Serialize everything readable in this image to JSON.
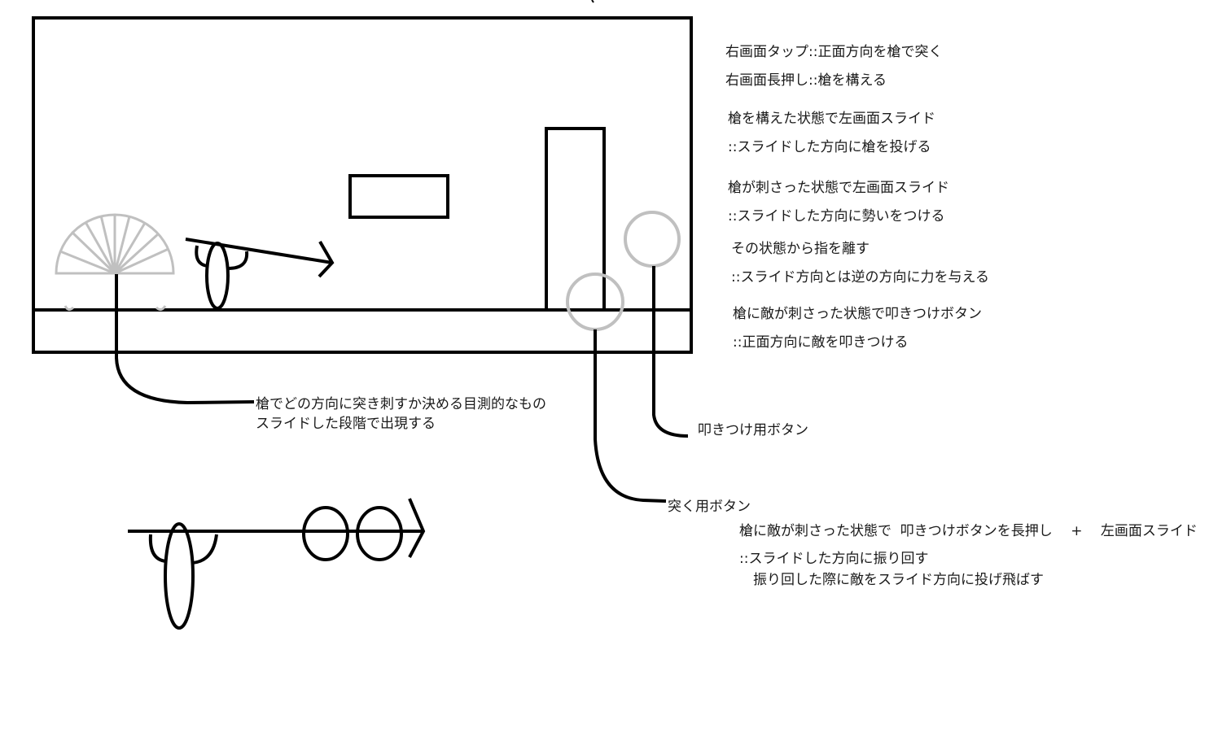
{
  "notes": {
    "tap": "右画面タップ::正面方向を槍で突く",
    "long_press": "右画面長押し::槍を構える",
    "ready_slide": "槍を構えた状態で左画面スライド",
    "ready_slide_effect": "::スライドした方向に槍を投げる",
    "stuck_slide": "槍が刺さった状態で左画面スライド",
    "stuck_slide_effect": "::スライドした方向に勢いをつける",
    "release": "その状態から指を離す",
    "release_effect": "::スライド方向とは逆の方向に力を与える",
    "slam": "槍に敵が刺さった状態で叩きつけボタン",
    "slam_effect": "::正面方向に敵を叩きつける"
  },
  "callouts": {
    "aim_guide_line1": "槍でどの方向に突き刺すか決める目測的なもの",
    "aim_guide_line2": "スライドした段階で出現する",
    "slam_button": "叩きつけ用ボタン",
    "stab_button": "突く用ボタン"
  },
  "combo": {
    "line1": "槍に敵が刺さった状態で  叩きつけボタンを長押し　 +　 左画面スライド",
    "line2": "::スライドした方向に振り回す",
    "line3": "　振り回した際に敵をスライド方向に投げ飛ばす"
  },
  "colors": {
    "ink": "#000000",
    "guide_gray": "#c0c0c0",
    "background": "#ffffff"
  }
}
